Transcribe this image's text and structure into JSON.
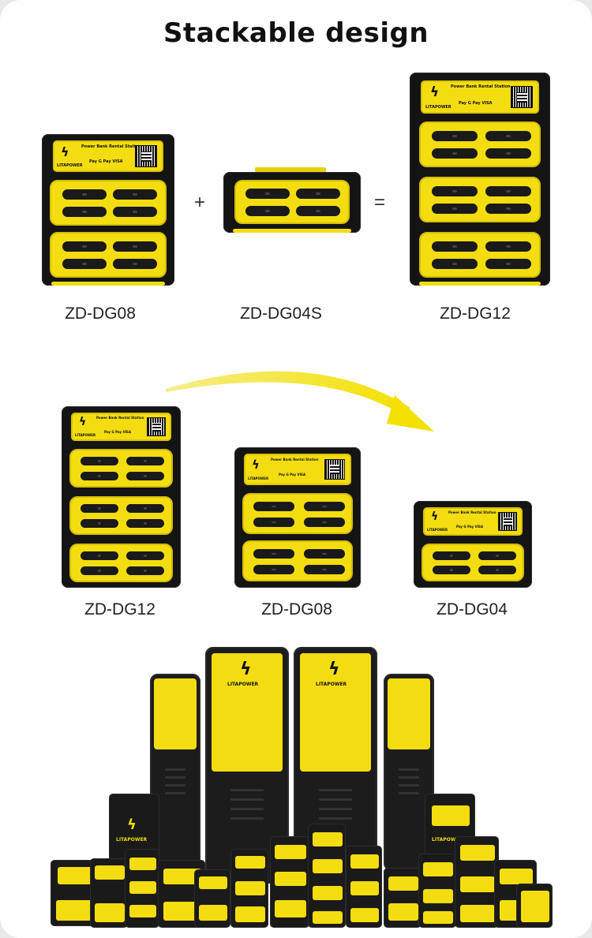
{
  "title": "Stackable design",
  "signs": {
    "plus": "+",
    "equals": "="
  },
  "station_text": {
    "panel_title": "Power Bank Rental Station",
    "brand": "LITAPOWER",
    "pay": "Pay  G Pay  VISA"
  },
  "row1_labels": [
    "ZD-DG08",
    "ZD-DG04S",
    "ZD-DG12"
  ],
  "row2_labels": [
    "ZD-DG12",
    "ZD-DG08",
    "ZD-DG04"
  ],
  "family": {
    "brand": "LITAPOWER",
    "tower_brand": "LITAPOWER"
  },
  "colors": {
    "accent": "#f3dd10",
    "body": "#141414",
    "arrow": "#f3e000"
  },
  "icons": [
    "bolt-logo-icon",
    "qr-code-icon",
    "curved-arrow-icon"
  ]
}
